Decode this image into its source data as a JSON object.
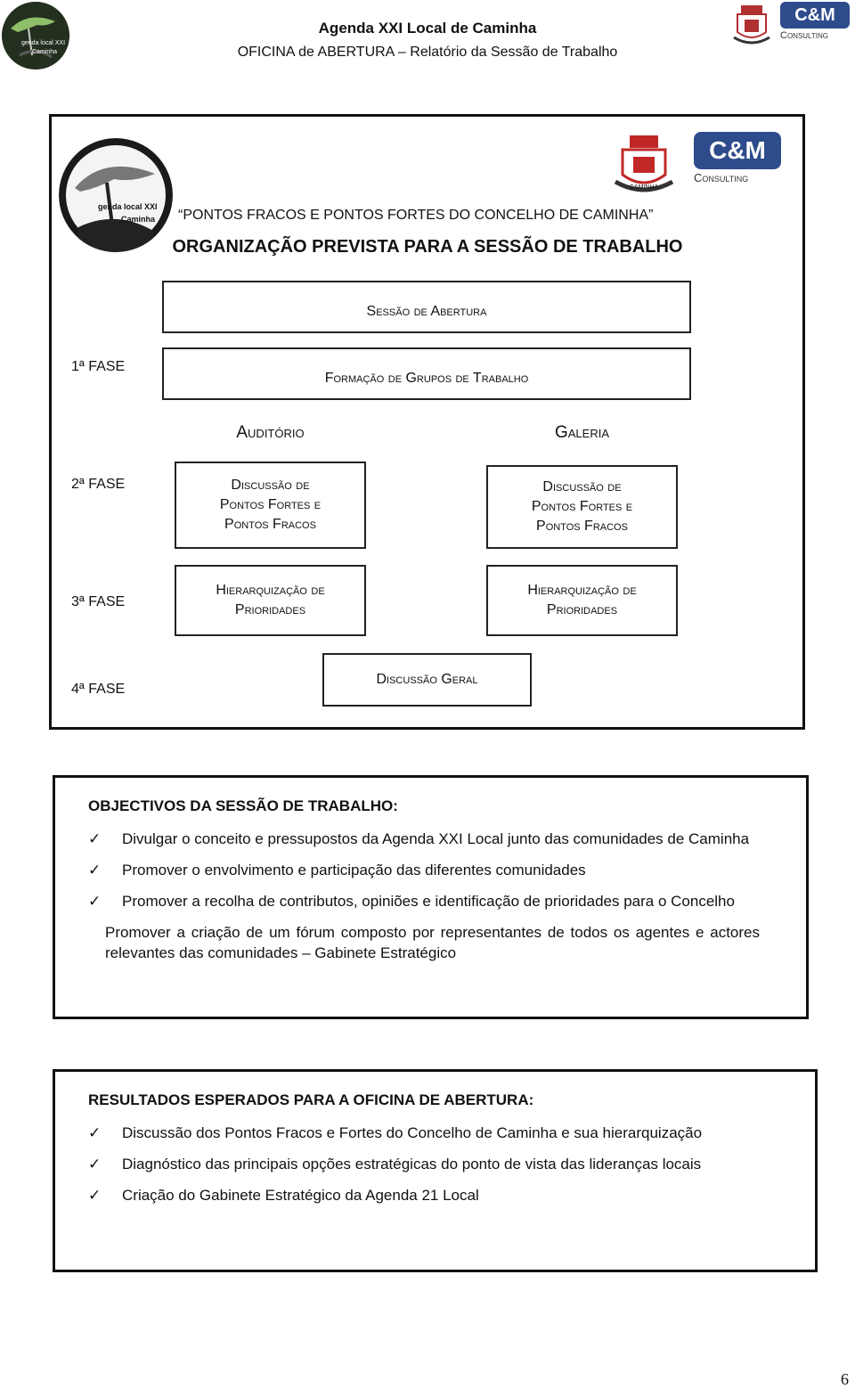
{
  "header": {
    "title": "Agenda XXI Local de Caminha",
    "subtitle": "OFICINA de ABERTURA – Relatório da Sessão de Trabalho",
    "logo_agenda_text": [
      "genda local XXI",
      "Caminha"
    ],
    "logo_consulting_word": "Consulting",
    "logo_caminha_ribbon": "CAMINHA"
  },
  "frame": {
    "subtitle": "PONTOS FRACOS E PONTOS FORTES DO CONCELHO DE CAMINHA",
    "title": "ORGANIZAÇÃO PREVISTA PARA A SESSÃO DE TRABALHO",
    "session_opening": "Sessão de Abertura",
    "phase1": {
      "label": "1ª FASE",
      "box": "Formação de Grupos de Trabalho"
    },
    "col_left": "Auditório",
    "col_right": "Galeria",
    "phase2": {
      "label": "2ª FASE",
      "left": [
        "Discussão de",
        "Pontos Fortes e",
        "Pontos Fracos"
      ],
      "right": [
        "Discussão de",
        "Pontos Fortes e",
        "Pontos Fracos"
      ]
    },
    "phase3": {
      "label": "3ª FASE",
      "left": [
        "Hierarquização de",
        "Prioridades"
      ],
      "right": [
        "Hierarquização de",
        "Prioridades"
      ]
    },
    "phase4": {
      "label": "4ª FASE",
      "box": "Discussão Geral"
    }
  },
  "objectives": {
    "heading": "OBJECTIVOS DA SESSÃO DE TRABALHO:",
    "items": [
      "Divulgar o conceito e pressupostos da Agenda XXI Local junto das comunidades de Caminha",
      "Promover o envolvimento e participação das diferentes comunidades",
      "Promover a recolha de contributos, opiniões e identificação de prioridades para o Concelho"
    ],
    "extra": "Promover a criação de um fórum composto por representantes de todos os agentes e actores relevantes das comunidades – Gabinete Estratégico"
  },
  "results": {
    "heading": "RESULTADOS ESPERADOS PARA A OFICINA DE ABERTURA:",
    "items": [
      "Discussão dos Pontos Fracos e Fortes do Concelho de Caminha e sua hierarquização",
      "Diagnóstico das principais opções estratégicas do ponto de vista das lideranças locais",
      "Criação do Gabinete Estratégico da Agenda 21 Local"
    ]
  },
  "footer": {
    "page_number": "6"
  },
  "icons": {
    "check": "check-icon"
  }
}
